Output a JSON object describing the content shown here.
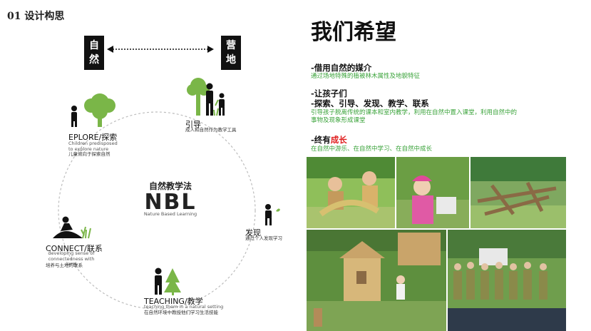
{
  "section_title": "01 设计构思",
  "tags": {
    "left": [
      "自",
      "然"
    ],
    "right": [
      "营",
      "地"
    ]
  },
  "nbl": {
    "cn": "自然教学法",
    "abbr": "NBL",
    "en": "Nature Based Learning"
  },
  "nodes": {
    "guide": {
      "title": "引导",
      "en": "",
      "cn": "成人和自然作为教学工具"
    },
    "explore": {
      "title": "EPLORE/探索",
      "en": "Children predisposed to explore nature",
      "cn": "儿童倾向于探索自然"
    },
    "discover": {
      "title": "发现",
      "en": "",
      "cn": "通过个人发现学习"
    },
    "connect": {
      "title": "CONNECT/联系",
      "en": "developing sense of connectedness with land",
      "cn": "培养与土地的联系"
    },
    "teaching": {
      "title": "TEACHING/教学",
      "en": "teaching them in a natural setting",
      "cn": "在自然环境中教授他们学习生活技能"
    }
  },
  "hope": {
    "title": "我们希望",
    "items": [
      {
        "head": "-借用自然的媒介",
        "sub": "通过场地特殊的植被林木属性及地貌特征"
      },
      {
        "head1": "-让孩子们",
        "head2": "-探索、引导、发现、教学、联系",
        "sub": "引导孩子脱离传统的课本和室内教学，利用在自然中置入课堂，利用自然中的事物及现象形成课堂"
      },
      {
        "head_prefix": "-终有",
        "head_red": "成长",
        "sub": "在自然中游乐、在自然中学习、在自然中成长"
      }
    ]
  },
  "colors": {
    "green": "#7ab648",
    "accent_green": "#3aa33a",
    "red": "#e02020",
    "dark": "#111111"
  }
}
